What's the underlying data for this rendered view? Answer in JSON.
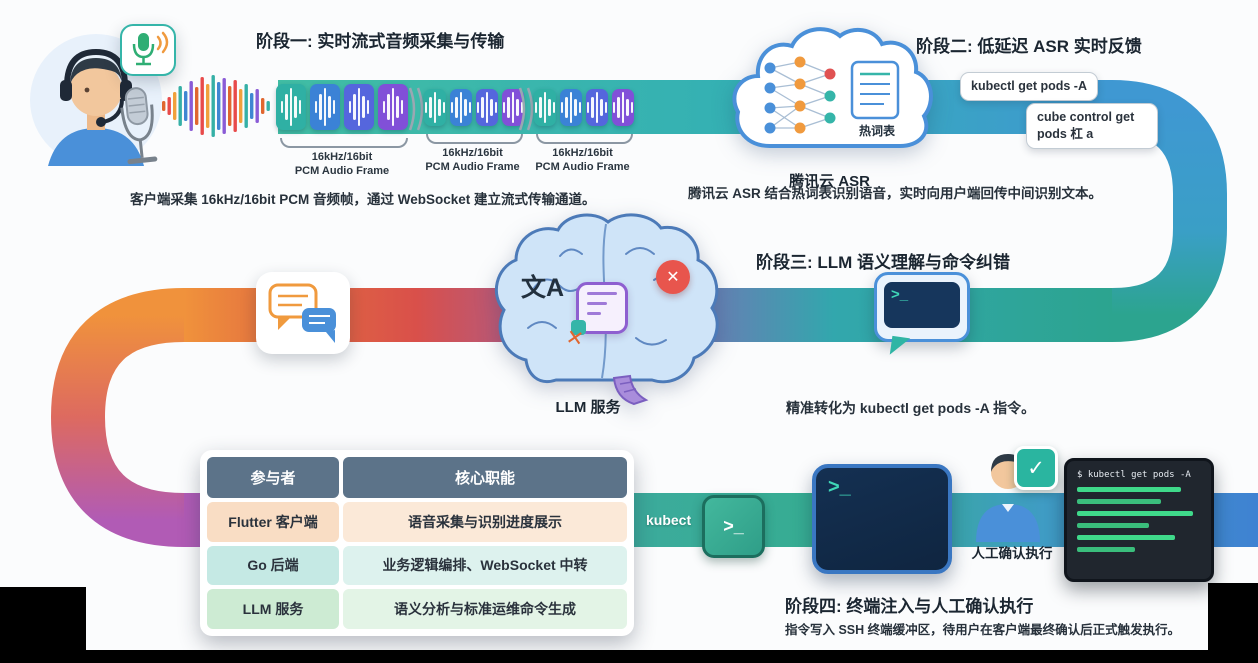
{
  "icons": {
    "prompt": ">_",
    "check": "✓",
    "x_mark": "✕"
  },
  "colors": {
    "teal": "#2fa893",
    "blue": "#3f82d2",
    "orange": "#f0923c",
    "red": "#dd5347",
    "purple": "#b15bb5",
    "table_header": "#5c7389",
    "terminal_green": "#3fd98a",
    "cloud_accent": "#4a90d9"
  },
  "stage1": {
    "title": "阶段一: 实时流式音频采集与传输",
    "caption": "客户端采集 16kHz/16bit PCM 音频帧，通过 WebSocket 建立流式传输通道。",
    "frame_label_line1": "16kHz/16bit",
    "frame_label_line2": "PCM Audio Frame"
  },
  "stage2": {
    "title": "阶段二: 低延迟 ASR 实时反馈",
    "caption": "腾讯云 ASR 结合热词表识别语音，实时向用户端回传中间识别文本。",
    "asr_label": "腾讯云 ASR",
    "hotword_label": "热词表",
    "bubble_final": "kubectl get pods -A",
    "bubble_interim": "cube control get pods 杠 a"
  },
  "stage3": {
    "title": "阶段三: LLM 语义理解与命令纠错",
    "caption": "精准转化为 kubectl get pods -A 指令。",
    "llm_label": "LLM 服务",
    "brain_badge": "文A"
  },
  "stage4": {
    "title": "阶段四: 终端注入与人工确认执行",
    "caption": "指令写入 SSH 终端缓冲区，待用户在客户端最终确认后正式触发执行。",
    "kubectl_text": "kubect",
    "confirm_label": "人工确认执行",
    "terminal_command": "$ kubectl get pods -A"
  },
  "table": {
    "headers": [
      "参与者",
      "核心职能"
    ],
    "rows": [
      [
        "Flutter 客户端",
        "语音采集与识别进度展示"
      ],
      [
        "Go 后端",
        "业务逻辑编排、WebSocket 中转"
      ],
      [
        "LLM 服务",
        "语义分析与标准运维命令生成"
      ]
    ]
  }
}
